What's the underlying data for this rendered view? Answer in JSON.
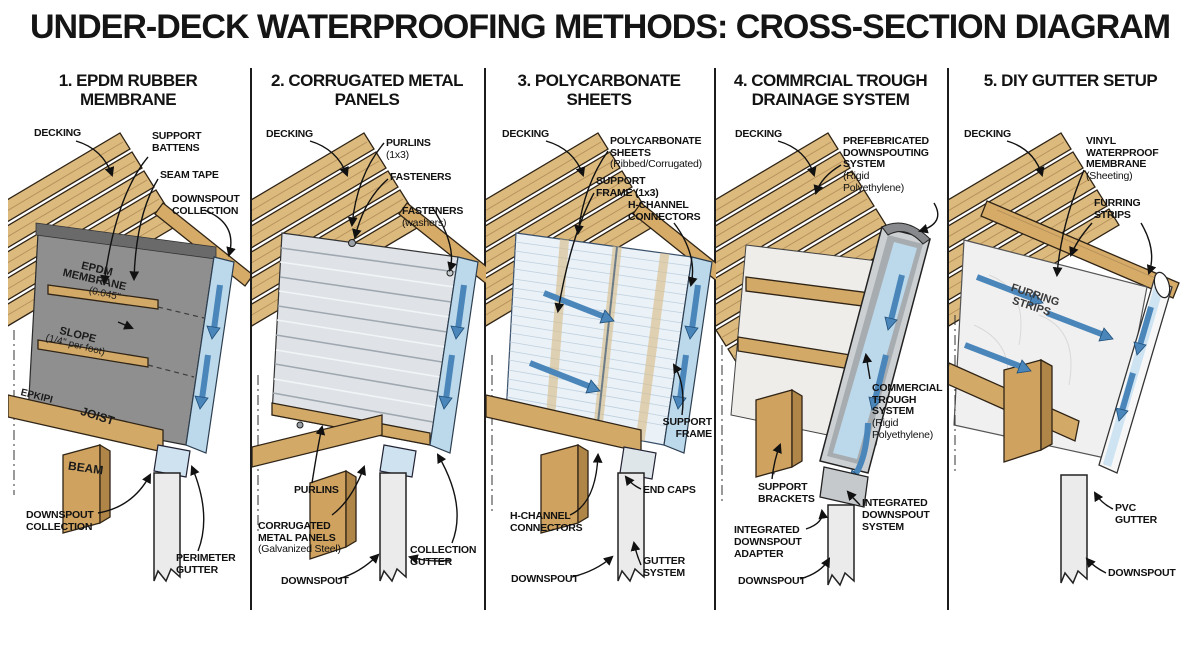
{
  "title": "UNDER-DECK WATERPROOFING METHODS: CROSS-SECTION DIAGRAM",
  "colors": {
    "wood": "#dcba7e",
    "epdm_membrane": "#8f8f8f",
    "membrane_top_band": "#6a6a6a",
    "corrugated_metal": "#dfe3e7",
    "polycarbonate": "#eaf1f7",
    "gutter_blue": "#bcd9eb",
    "flow_arrow_blue": "#4a86ba",
    "downspout_gray": "#ebebeb",
    "trough_gray": "#cdd0d2",
    "vinyl_membrane": "#f0f0f0"
  },
  "panels": [
    {
      "title": "1. EPDM RUBBER\nMEMBRANE",
      "labels": {
        "decking": "DECKING",
        "support_battens": "SUPPORT\nBATTENS",
        "seam_tape": "SEAM TAPE",
        "downspout_collection_top": "DOWNSPOUT\nCOLLECTION",
        "epdm_membrane": "EPDM\nMEMBRANE",
        "epdm_gauge": "(0.045\"",
        "slope": "SLOPE",
        "slope_sub": "(1/4\" per foot)",
        "joist_marking": "EPKIPI",
        "joist": "JOIST",
        "beam": "BEAM",
        "downspout_collection_bottom": "DOWNSPOUT\nCOLLECTION",
        "perimeter_gutter": "PERIMETER\nGUTTER"
      }
    },
    {
      "title": "2. CORRUGATED METAL\nPANELS",
      "labels": {
        "decking": "DECKING",
        "purlins_top": "PURLINS",
        "purlins_top_sub": "(1x3)",
        "fasteners": "FASTENERS",
        "fasteners_washers": "FASTENERS",
        "fasteners_washers_sub": "(washers)",
        "purlins_bottom": "PURLINS",
        "corrugated_panels": "CORRUGATED\nMETAL PANELS",
        "corrugated_panels_sub": "(Galvanized Steel)",
        "downspout": "DOWNSPOUT",
        "collection_gutter": "COLLECTION\nGUTTER"
      }
    },
    {
      "title": "3. POLYCARBONATE\nSHEETS",
      "labels": {
        "decking": "DECKING",
        "polycarbonate_sheets": "POLYCARBONATE\nSHEETS",
        "polycarbonate_sheets_sub": "(Ribbed/Corrugated)",
        "support_frame_top": "SUPPORT\nFRAME (1x3)",
        "h_channel_top": "H-CHANNEL\nCONNECTORS",
        "support_frame_right": "SUPPORT\nFRAME",
        "end_caps": "END CAPS",
        "h_channel_bottom": "H-CHANNEL\nCONNECTORS",
        "downspout": "DOWNSPOUT",
        "gutter_system": "GUTTER\nSYSTEM"
      }
    },
    {
      "title": "4. COMMRCIAL TROUGH\nDRAINAGE SYSTEM",
      "labels": {
        "decking": "DECKING",
        "prefab_downspouting": "PREFEBRICATED\nDOWNSPOUTING\nSYSTEM",
        "prefab_downspouting_sub": "(Rigid\nPolyethylene)",
        "commercial_trough": "COMMERCIAL\nTROUGH\nSYSTEM",
        "commercial_trough_sub": "(Rigid\nPolyethylene)",
        "support_brackets": "SUPPORT\nBRACKETS",
        "integrated_adapter": "INTEGRATED\nDOWNSPOUT\nADAPTER",
        "integrated_system": "INTEGRATED\nDOWNSPOUT\nSYSTEM",
        "downspout": "DOWNSPOUT"
      }
    },
    {
      "title": "5. DIY GUTTER SETUP",
      "labels": {
        "decking": "DECKING",
        "vinyl_membrane": "VINYL\nWATERPROOF\nMEMBRANE",
        "vinyl_membrane_sub": "(Sheeting)",
        "furring_strips": "FURRING\nSTRIPS",
        "furring_strips_on_membrane": "FURRING\nSTRIPS",
        "pvc_gutter": "PVC\nGUTTER",
        "downspout": "DOWNSPOUT"
      }
    }
  ]
}
